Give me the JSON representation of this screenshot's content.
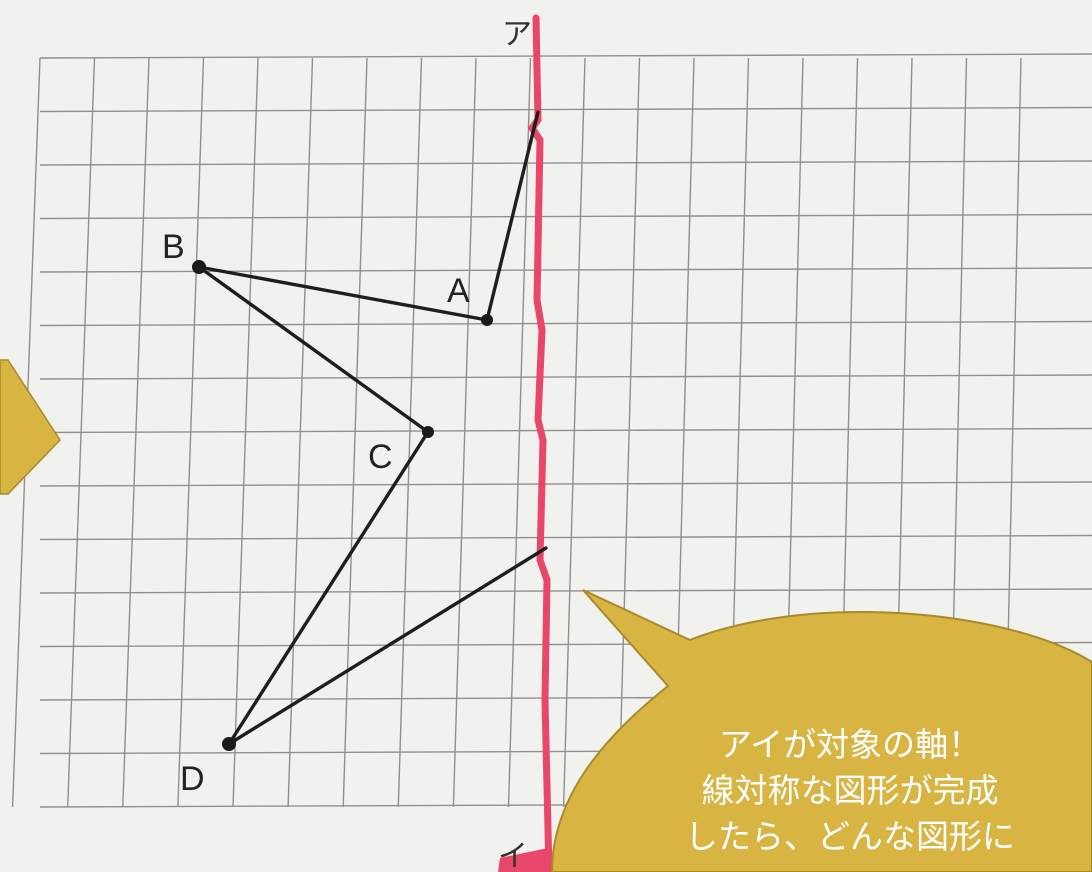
{
  "diagram": {
    "axis": {
      "top_label": "ア",
      "bottom_label": "イ",
      "color": "#e8476a"
    },
    "points": [
      {
        "id": "A",
        "label": "A"
      },
      {
        "id": "B",
        "label": "B"
      },
      {
        "id": "C",
        "label": "C"
      },
      {
        "id": "D",
        "label": "D"
      }
    ],
    "line_color": "#1e1e1e",
    "grid_color": "#8f8f8f",
    "paper_color": "#f1f1ee"
  },
  "speech_bubble": {
    "color": "#d8b443",
    "lines": [
      "アイが対象の軸！",
      "線対称な図形が完成",
      "したら、どんな図形に"
    ]
  },
  "left_callout": {
    "color": "#d8b443"
  }
}
